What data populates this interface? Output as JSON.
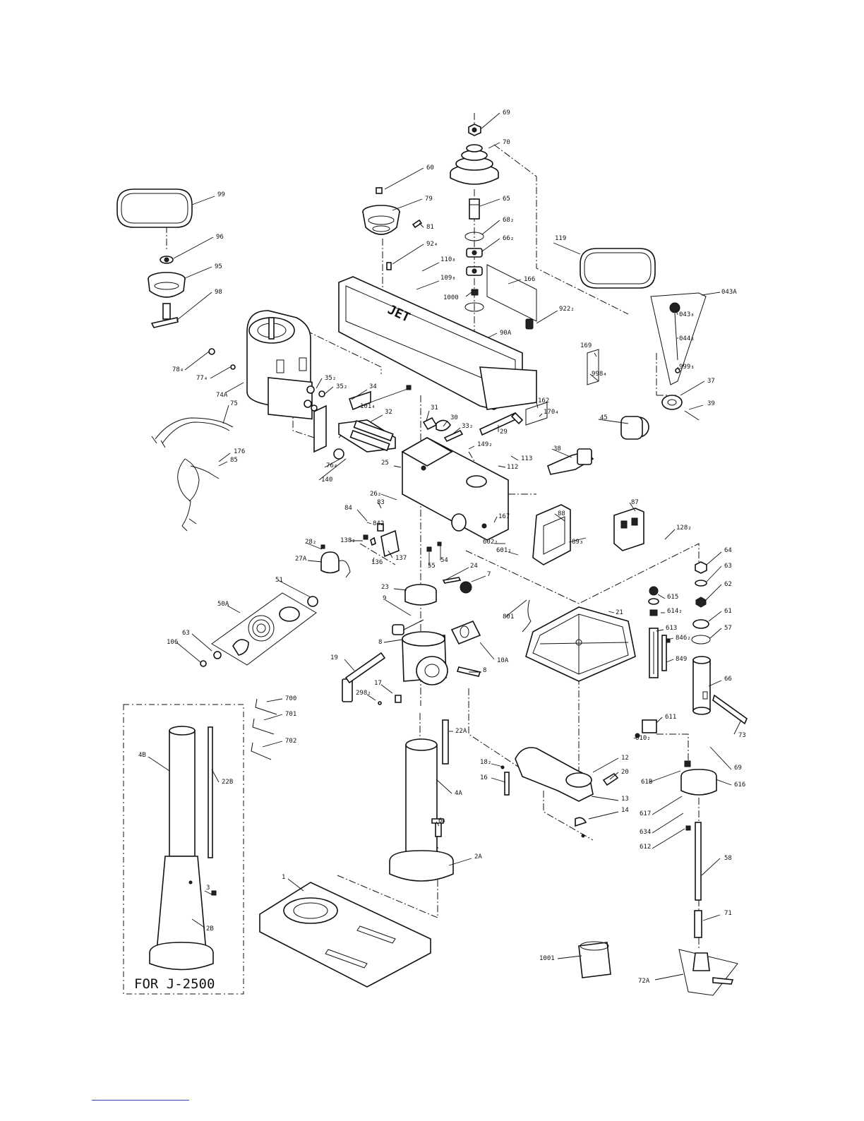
{
  "callouts": [
    "69",
    "70",
    "60",
    "79",
    "81",
    "65",
    "68₂",
    "66₂",
    "92₄",
    "110₈",
    "109₈",
    "1000",
    "166",
    "119",
    "922₂",
    "043A",
    "043₈",
    "044₃",
    "999₃",
    "99",
    "96",
    "95",
    "98",
    "90A",
    "169",
    "998₄",
    "37",
    "39",
    "78₄",
    "77₄",
    "74A",
    "35₂",
    "35₂",
    "34",
    "101₄",
    "32",
    "31",
    "30",
    "33₂",
    "29",
    "162",
    "170₄",
    "45",
    "75",
    "176",
    "85",
    "76₄",
    "140",
    "149₂",
    "25",
    "113",
    "112",
    "38",
    "26₂",
    "83",
    "84",
    "842",
    "167",
    "88",
    "87",
    "128₂",
    "602₂",
    "601₂",
    "89₃",
    "28₂",
    "138₂",
    "27A",
    "136",
    "137",
    "55",
    "54",
    "24",
    "7",
    "51",
    "23",
    "801",
    "21",
    "9",
    "615",
    "614₂",
    "64",
    "63",
    "62",
    "61",
    "57",
    "50A",
    "63",
    "106",
    "8",
    "10A",
    "613",
    "846₂",
    "849",
    "19",
    "8",
    "17",
    "298₂",
    "66",
    "73",
    "700",
    "701",
    "702",
    "611",
    "610₂",
    "22A",
    "12",
    "18₂",
    "20",
    "16",
    "4A",
    "13",
    "14",
    "69",
    "61B",
    "616",
    "617",
    "634",
    "612",
    "6₄",
    "4B",
    "22B",
    "2A",
    "58",
    "1",
    "3",
    "2B",
    "71",
    "1001",
    "72A"
  ],
  "caption": "FOR J-2500"
}
